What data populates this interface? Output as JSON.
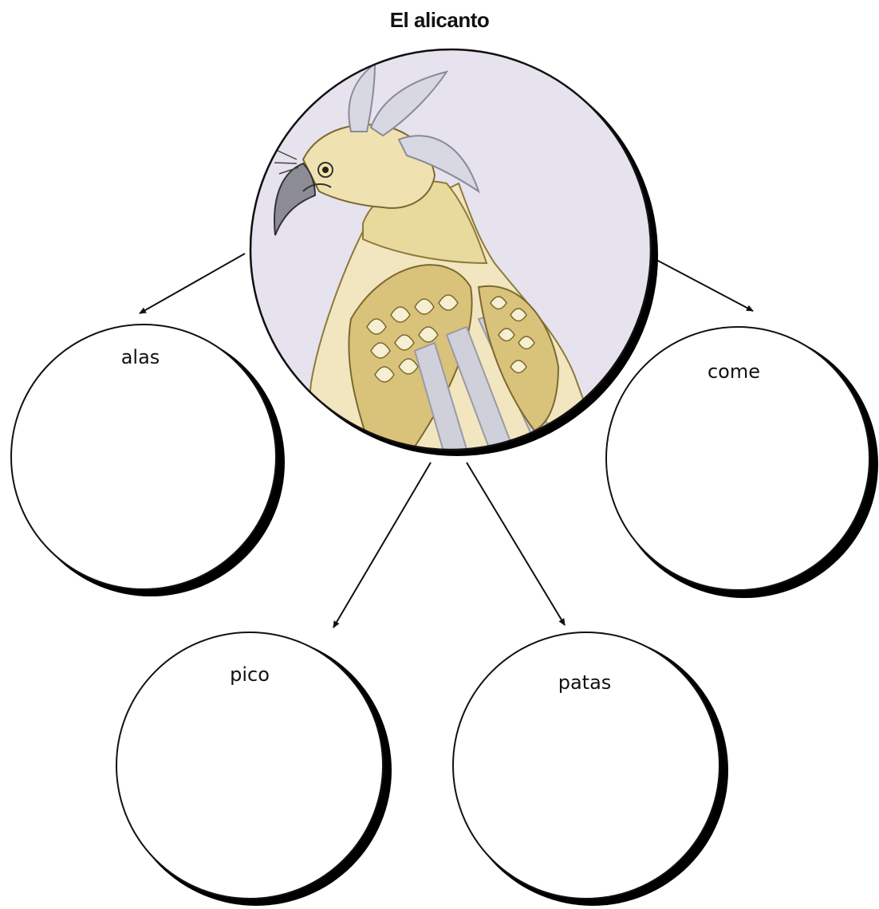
{
  "title": "El alicanto",
  "center": {
    "icon": "alicanto-bird-illustration"
  },
  "nodes": [
    {
      "id": "alas",
      "label": "alas"
    },
    {
      "id": "come",
      "label": "come"
    },
    {
      "id": "pico",
      "label": "pico"
    },
    {
      "id": "patas",
      "label": "patas"
    }
  ],
  "colors": {
    "line": "#111111",
    "bubble_fill": "#ffffff",
    "bubble_shadow": "#000000",
    "center_bg": "#e6e2ee",
    "feather_gold": "#d9c27a",
    "feather_light": "#f1e6bf",
    "feather_gray": "#b9b9c4"
  }
}
